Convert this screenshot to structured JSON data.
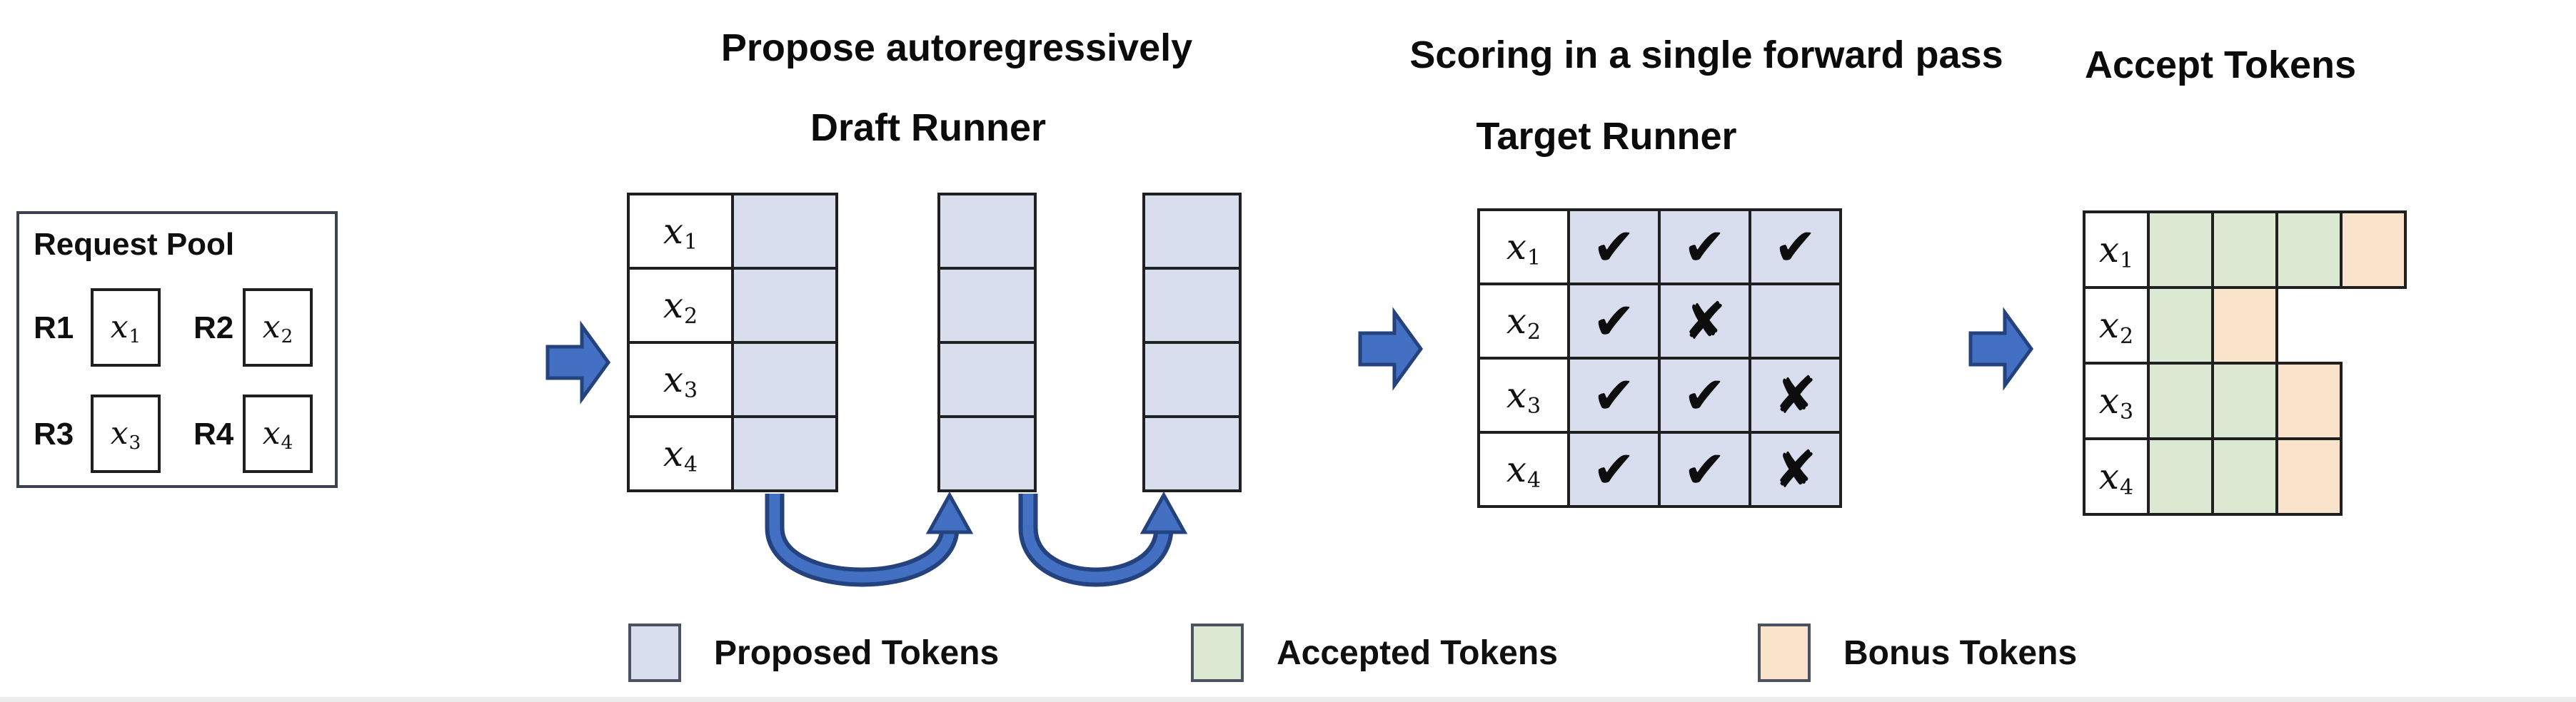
{
  "titles": {
    "propose": "Propose autoregressively",
    "draft": "Draft Runner",
    "scoring": "Scoring in a single forward pass",
    "target": "Target Runner",
    "accept": "Accept Tokens"
  },
  "request_pool": {
    "title": "Request Pool",
    "requests": [
      {
        "id": "R1",
        "token": {
          "base": "x",
          "sub": "1"
        }
      },
      {
        "id": "R2",
        "token": {
          "base": "x",
          "sub": "2"
        }
      },
      {
        "id": "R3",
        "token": {
          "base": "x",
          "sub": "3"
        }
      },
      {
        "id": "R4",
        "token": {
          "base": "x",
          "sub": "4"
        }
      }
    ]
  },
  "draft_runner": {
    "row_tokens": [
      {
        "base": "x",
        "sub": "1"
      },
      {
        "base": "x",
        "sub": "2"
      },
      {
        "base": "x",
        "sub": "3"
      },
      {
        "base": "x",
        "sub": "4"
      }
    ],
    "standalone_proposal_columns": 2
  },
  "target_runner": {
    "rows": [
      {
        "token": {
          "base": "x",
          "sub": "1"
        },
        "marks": [
          "check",
          "check",
          "check"
        ]
      },
      {
        "token": {
          "base": "x",
          "sub": "2"
        },
        "marks": [
          "check",
          "cross",
          "none"
        ]
      },
      {
        "token": {
          "base": "x",
          "sub": "3"
        },
        "marks": [
          "check",
          "check",
          "cross"
        ]
      },
      {
        "token": {
          "base": "x",
          "sub": "4"
        },
        "marks": [
          "check",
          "check",
          "cross"
        ]
      }
    ]
  },
  "accept_tokens": {
    "rows": [
      {
        "token": {
          "base": "x",
          "sub": "1"
        },
        "cells": [
          "accepted",
          "accepted",
          "accepted",
          "bonus"
        ]
      },
      {
        "token": {
          "base": "x",
          "sub": "2"
        },
        "cells": [
          "accepted",
          "bonus"
        ]
      },
      {
        "token": {
          "base": "x",
          "sub": "3"
        },
        "cells": [
          "accepted",
          "accepted",
          "bonus"
        ]
      },
      {
        "token": {
          "base": "x",
          "sub": "4"
        },
        "cells": [
          "accepted",
          "accepted",
          "bonus"
        ]
      }
    ]
  },
  "legend": [
    {
      "label": "Proposed Tokens",
      "type": "proposed"
    },
    {
      "label": "Accepted Tokens",
      "type": "accepted"
    },
    {
      "label": "Bonus Tokens",
      "type": "bonus"
    }
  ],
  "symbols": {
    "check": "✔",
    "cross": "✘",
    "none": ""
  },
  "colors": {
    "proposed": "#d8deee",
    "accepted": "#dbe8d2",
    "bonus": "#f9e3cb",
    "grid_line": "#1f1f1f",
    "mark": "#0d0d0d",
    "arrow_fill": "#4470c4",
    "arrow_outline": "#24427e"
  }
}
